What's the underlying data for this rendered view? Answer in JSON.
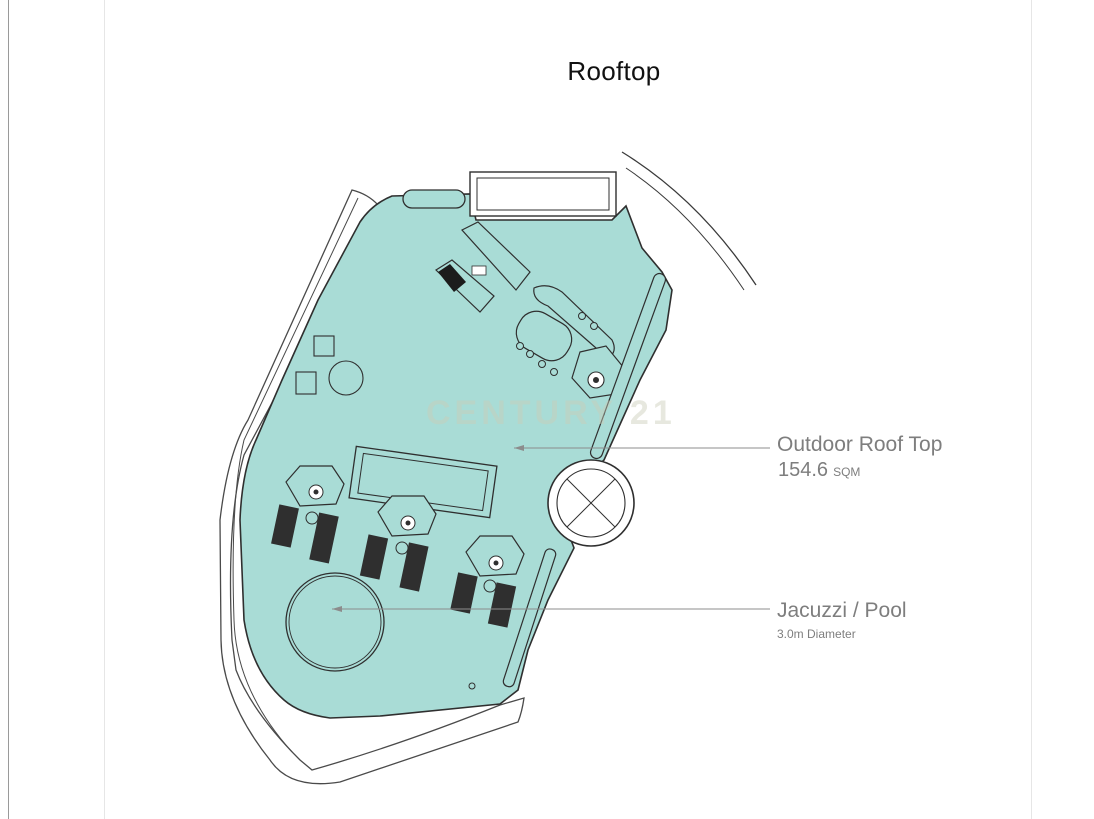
{
  "title": "Rooftop",
  "watermark": "CENTURY 21",
  "annotations": [
    {
      "title": "Outdoor Roof Top",
      "value": "154.6",
      "unit": "SQM"
    },
    {
      "title": "Jacuzzi / Pool",
      "detail": "3.0m Diameter"
    }
  ],
  "colors": {
    "floor_fill": "#a9dcd6",
    "outline": "#2f2f2f",
    "label_text": "#7e7e7e",
    "leader_line": "#8c8c8c"
  }
}
